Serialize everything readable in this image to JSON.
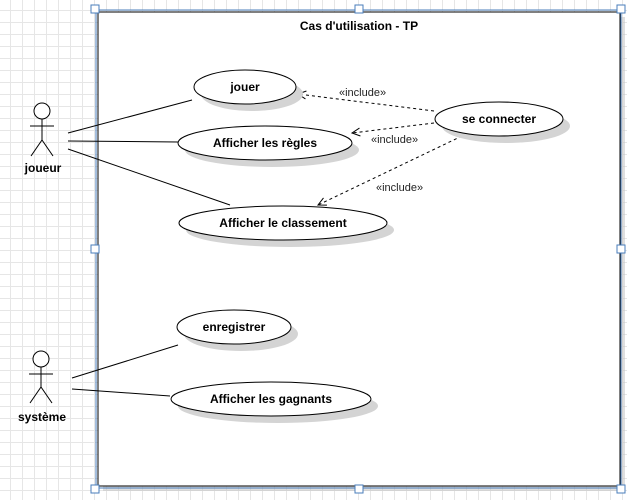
{
  "system": {
    "title": "Cas d'utilisation - TP"
  },
  "actors": [
    {
      "id": "joueur",
      "label": "joueur"
    },
    {
      "id": "systeme",
      "label": "système"
    }
  ],
  "use_cases": [
    {
      "id": "jouer",
      "label": "jouer"
    },
    {
      "id": "regles",
      "label": "Afficher les règles"
    },
    {
      "id": "classement",
      "label": "Afficher le classement"
    },
    {
      "id": "connecter",
      "label": "se connecter"
    },
    {
      "id": "enregistrer",
      "label": "enregistrer"
    },
    {
      "id": "gagnants",
      "label": "Afficher les gagnants"
    }
  ],
  "associations": [
    {
      "actor": "joueur",
      "use_case": "jouer"
    },
    {
      "actor": "joueur",
      "use_case": "regles"
    },
    {
      "actor": "joueur",
      "use_case": "classement"
    },
    {
      "actor": "systeme",
      "use_case": "enregistrer"
    },
    {
      "actor": "systeme",
      "use_case": "gagnants"
    }
  ],
  "includes": [
    {
      "from": "connecter",
      "to": "jouer",
      "label": "«include»"
    },
    {
      "from": "connecter",
      "to": "regles",
      "label": "«include»"
    },
    {
      "from": "connecter",
      "to": "classement",
      "label": "«include»"
    }
  ],
  "colors": {
    "selection": "#4a7ebb",
    "border": "#000000",
    "shadow": "#d9d9d9"
  }
}
